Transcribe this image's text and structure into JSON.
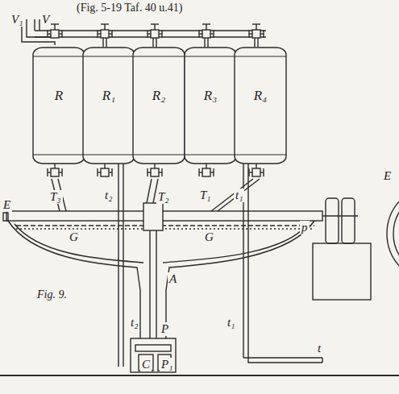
{
  "diagram": {
    "title": "(Fig. 5-19 Taf. 40 u.41)",
    "nodes": [
      {
        "text": [
          "R"
        ]
      },
      {
        "text": [
          "R₁"
        ]
      },
      {
        "text": [
          "R₂"
        ]
      },
      {
        "text": [
          "R₃"
        ]
      },
      {
        "text": [
          "R₄"
        ]
      }
    ],
    "labels": [
      "V₁",
      "V",
      "T₃",
      "t₂",
      "T₂",
      "T₁",
      "t₁",
      "E",
      "G",
      "G",
      "A",
      "Fig. 9.",
      "p",
      "P",
      "t₂",
      "t₁",
      "C",
      "P₁",
      "t",
      "E"
    ]
  }
}
